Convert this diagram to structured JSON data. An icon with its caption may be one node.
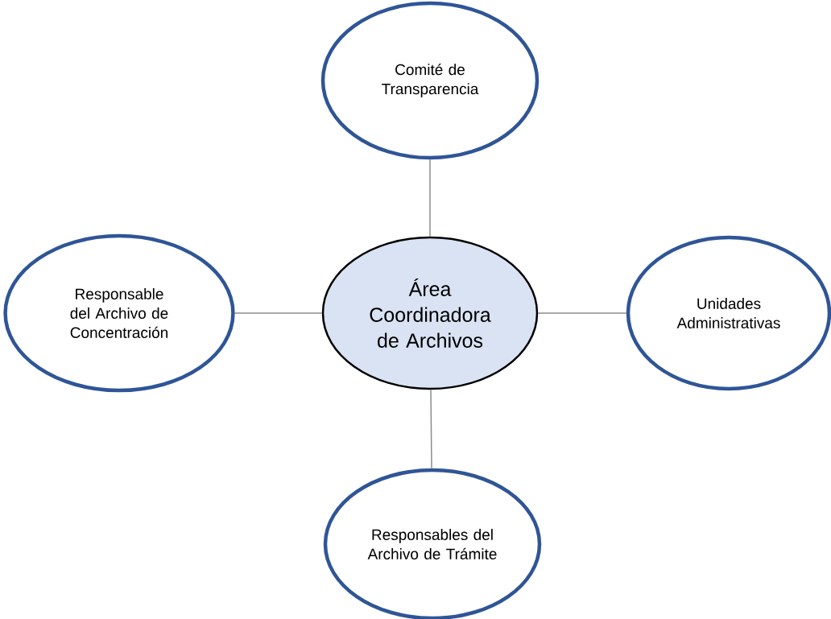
{
  "diagram": {
    "nodes": [
      {
        "text": [
          "Comité de Transparencia"
        ]
      },
      {
        "text": [
          "Responsable del Archivo de Concentración"
        ]
      },
      {
        "text": [
          "Área Coordinadora de Archivos"
        ]
      },
      {
        "text": [
          "Unidades Administrativas"
        ]
      },
      {
        "text": [
          "Responsables del Archivo de Trámite"
        ]
      }
    ],
    "edges": [
      {
        "from": 2,
        "to": 0,
        "arrow": "none"
      },
      {
        "from": 2,
        "to": 1,
        "arrow": "none"
      },
      {
        "from": 2,
        "to": 3,
        "arrow": "none"
      },
      {
        "from": 2,
        "to": 4,
        "arrow": "none"
      }
    ]
  }
}
